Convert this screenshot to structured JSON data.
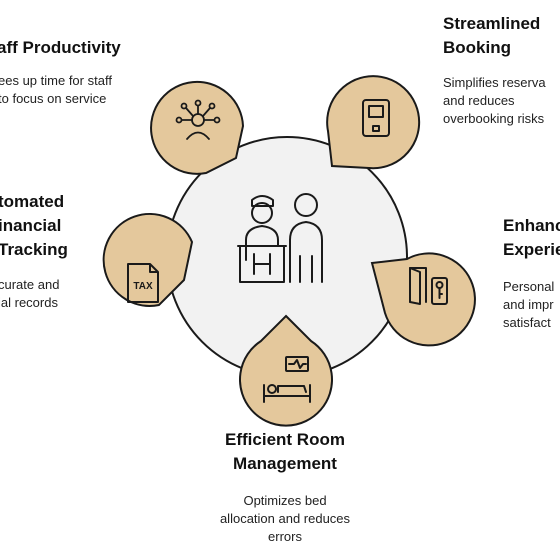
{
  "colors": {
    "petal_fill": "#e4c89c",
    "stroke": "#1a1a1a",
    "hub_fill": "#f2f2f2",
    "text": "#111111"
  },
  "hub": {
    "icon": "hotel-staff-and-guest-icon"
  },
  "items": [
    {
      "id": "staff-productivity",
      "icon": "network-person-icon",
      "title_lines": [
        "aff Productivity"
      ],
      "desc_lines": [
        "ees up time for staff",
        "to focus on service"
      ]
    },
    {
      "id": "streamlined-booking",
      "icon": "tablet-device-icon",
      "title_lines": [
        "Streamlined",
        "Booking"
      ],
      "desc_lines": [
        "Simplifies reserva",
        "and reduces",
        "overbooking risks"
      ]
    },
    {
      "id": "automated-financial-tracking",
      "icon": "tax-document-icon",
      "title_lines": [
        "tomated",
        "inancial",
        "Tracking"
      ],
      "desc_lines": [
        "curate and",
        "ial records"
      ]
    },
    {
      "id": "enhanced-experience",
      "icon": "door-key-icon",
      "title_lines": [
        "Enhanc",
        "Experie"
      ],
      "desc_lines": [
        "Personal",
        "and impr",
        "satisfact"
      ]
    },
    {
      "id": "efficient-room-management",
      "icon": "bed-monitor-icon",
      "title_lines": [
        "Efficient Room",
        "Management"
      ],
      "desc_lines": [
        "Optimizes bed",
        "allocation and reduces",
        "errors"
      ]
    }
  ]
}
